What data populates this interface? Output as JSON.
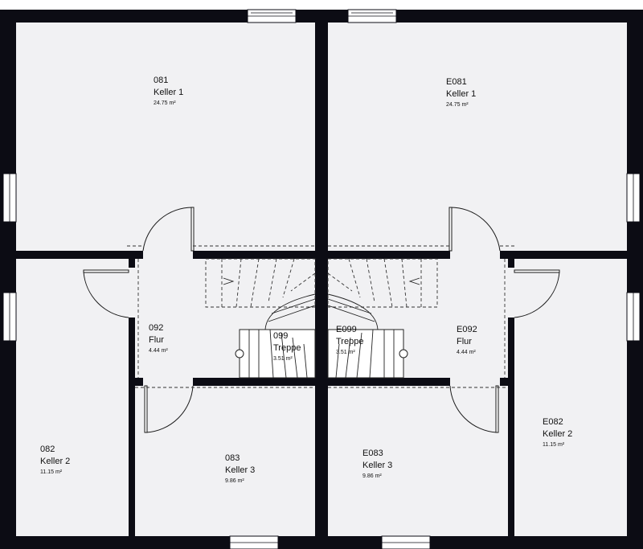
{
  "rooms": [
    {
      "id": "081",
      "name": "Keller 1",
      "area": "24.75 m²"
    },
    {
      "id": "E081",
      "name": "Keller 1",
      "area": "24.75 m²"
    },
    {
      "id": "092",
      "name": "Flur",
      "area": "4.44 m²"
    },
    {
      "id": "099",
      "name": "Treppe",
      "area": "3.51 m²"
    },
    {
      "id": "E099",
      "name": "Treppe",
      "area": "3.51 m²"
    },
    {
      "id": "E092",
      "name": "Flur",
      "area": "4.44 m²"
    },
    {
      "id": "082",
      "name": "Keller 2",
      "area": "11.15 m²"
    },
    {
      "id": "083",
      "name": "Keller 3",
      "area": "9.86 m²"
    },
    {
      "id": "E083",
      "name": "Keller 3",
      "area": "9.86 m²"
    },
    {
      "id": "E082",
      "name": "Keller 2",
      "area": "11.15 m²"
    }
  ],
  "colors": {
    "wall": "#0c0c14",
    "floor": "#f1f1f3",
    "window": "#ffffff"
  }
}
